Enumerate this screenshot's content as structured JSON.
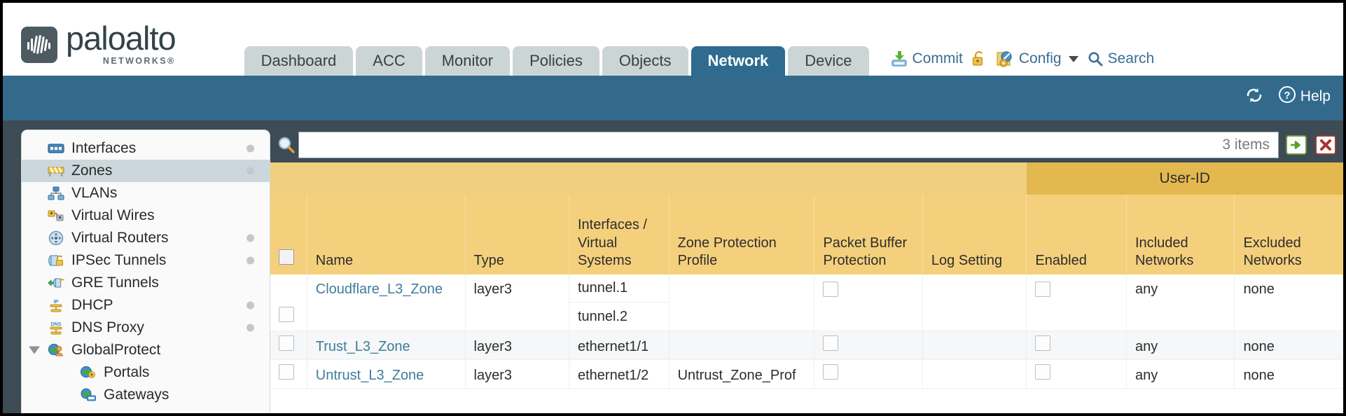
{
  "brand": {
    "name": "paloalto",
    "sub": "NETWORKS®"
  },
  "nav": {
    "tabs": [
      {
        "label": "Dashboard",
        "active": false
      },
      {
        "label": "ACC",
        "active": false
      },
      {
        "label": "Monitor",
        "active": false
      },
      {
        "label": "Policies",
        "active": false
      },
      {
        "label": "Objects",
        "active": false
      },
      {
        "label": "Network",
        "active": true
      },
      {
        "label": "Device",
        "active": false
      }
    ]
  },
  "topactions": {
    "commit": {
      "label": "Commit",
      "icon": "commit-save-icon"
    },
    "lock": {
      "label": "",
      "icon": "padlock-icon"
    },
    "config": {
      "label": "Config",
      "icon": "config-wrench-icon"
    },
    "search": {
      "label": "Search",
      "icon": "search-icon"
    }
  },
  "blueband": {
    "refresh_icon": "refresh-icon",
    "help_label": "Help",
    "help_icon": "help-question-icon"
  },
  "sidebar": {
    "items": [
      {
        "label": "Interfaces",
        "icon": "interfaces-icon",
        "selected": false,
        "child": false,
        "dot": true,
        "toggle": false
      },
      {
        "label": "Zones",
        "icon": "zones-icon",
        "selected": true,
        "child": false,
        "dot": true,
        "toggle": false
      },
      {
        "label": "VLANs",
        "icon": "vlans-icon",
        "selected": false,
        "child": false,
        "dot": false,
        "toggle": false
      },
      {
        "label": "Virtual Wires",
        "icon": "virtual-wires-icon",
        "selected": false,
        "child": false,
        "dot": false,
        "toggle": false
      },
      {
        "label": "Virtual Routers",
        "icon": "virtual-routers-icon",
        "selected": false,
        "child": false,
        "dot": true,
        "toggle": false
      },
      {
        "label": "IPSec Tunnels",
        "icon": "ipsec-tunnels-icon",
        "selected": false,
        "child": false,
        "dot": true,
        "toggle": false
      },
      {
        "label": "GRE Tunnels",
        "icon": "gre-tunnels-icon",
        "selected": false,
        "child": false,
        "dot": false,
        "toggle": false
      },
      {
        "label": "DHCP",
        "icon": "dhcp-icon",
        "selected": false,
        "child": false,
        "dot": true,
        "toggle": false
      },
      {
        "label": "DNS Proxy",
        "icon": "dns-proxy-icon",
        "selected": false,
        "child": false,
        "dot": true,
        "toggle": false
      },
      {
        "label": "GlobalProtect",
        "icon": "globalprotect-icon",
        "selected": false,
        "child": false,
        "dot": false,
        "toggle": true
      },
      {
        "label": "Portals",
        "icon": "portals-icon",
        "selected": false,
        "child": true,
        "dot": false,
        "toggle": false
      },
      {
        "label": "Gateways",
        "icon": "gateways-icon",
        "selected": false,
        "child": true,
        "dot": false,
        "toggle": false
      }
    ]
  },
  "search": {
    "value": "",
    "placeholder": "",
    "icon": "search-magnifier-icon",
    "items_count": "3 items",
    "apply_icon": "green-arrow-icon",
    "clear_icon": "red-x-icon"
  },
  "table": {
    "group_header": {
      "label": "User-ID",
      "span": 3
    },
    "columns": [
      "Name",
      "Type",
      "Interfaces / Virtual Systems",
      "Zone Protection Profile",
      "Packet Buffer Protection",
      "Log Setting",
      "Enabled",
      "Included Networks",
      "Excluded Networks"
    ],
    "rows": [
      {
        "selected": false,
        "name": "Cloudflare_L3_Zone",
        "type": "layer3",
        "interfaces": [
          "tunnel.1",
          "tunnel.2"
        ],
        "zone_protection_profile": "",
        "packet_buffer_protection": false,
        "log_setting": "",
        "user_id_enabled": false,
        "included_networks": "any",
        "excluded_networks": "none"
      },
      {
        "selected": false,
        "name": "Trust_L3_Zone",
        "type": "layer3",
        "interfaces": [
          "ethernet1/1"
        ],
        "zone_protection_profile": "",
        "packet_buffer_protection": false,
        "log_setting": "",
        "user_id_enabled": false,
        "included_networks": "any",
        "excluded_networks": "none"
      },
      {
        "selected": false,
        "name": "Untrust_L3_Zone",
        "type": "layer3",
        "interfaces": [
          "ethernet1/2"
        ],
        "zone_protection_profile": "Untrust_Zone_Prof",
        "packet_buffer_protection": false,
        "log_setting": "",
        "user_id_enabled": false,
        "included_networks": "any",
        "excluded_networks": "none"
      }
    ]
  },
  "colors": {
    "header_yellow": "#f5d07c",
    "group_yellow": "#e3b84f",
    "active_tab_blue": "#2e6b8f",
    "band_blue": "#336a8c",
    "link_blue": "#3d7e9a"
  }
}
